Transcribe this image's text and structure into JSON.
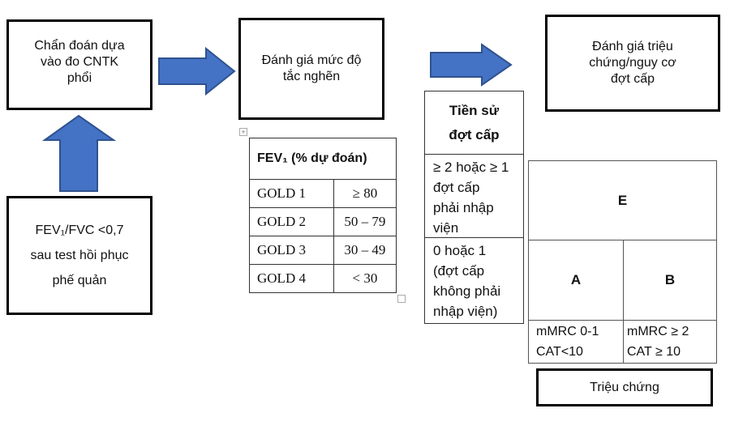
{
  "boxes": {
    "diagnosis": "Chẩn đoán dựa\nvào đo CNTK\nphổi",
    "severity": "Đánh giá mức độ\ntắc nghẽn",
    "symptoms_risk": "Đánh giá triệu\nchứng/nguy cơ\nđợt cấp",
    "fev_ratio": "FEV₁/FVC <0,7\nsau test hồi phục\nphế quản",
    "symptoms": "Triệu chứng"
  },
  "gold_table": {
    "header": "FEV₁ (% dự đoán)",
    "rows": [
      {
        "grade": "GOLD 1",
        "value": "≥ 80"
      },
      {
        "grade": "GOLD 2",
        "value": "50 – 79"
      },
      {
        "grade": "GOLD 3",
        "value": "30 – 49"
      },
      {
        "grade": "GOLD 4",
        "value": "< 30"
      }
    ]
  },
  "exacerbation_history": {
    "header": "Tiền sử\nđợt cấp",
    "high": "≥ 2 hoặc ≥ 1\nđợt cấp\nphải nhập\nviện",
    "low": "0 hoặc 1\n(đợt cấp\nkhông phải\nnhập viện)"
  },
  "abe_grid": {
    "group_e": "E",
    "group_a": "A",
    "group_b": "B",
    "criteria_a": "mMRC 0-1\nCAT<10",
    "criteria_b": "mMRC ≥ 2\n CAT ≥ 10"
  },
  "colors": {
    "arrow_fill": "#4472C4",
    "arrow_stroke": "#2F528F",
    "border": "#000000"
  },
  "icons": [
    "table-move-icon",
    "table-resize-icon"
  ]
}
